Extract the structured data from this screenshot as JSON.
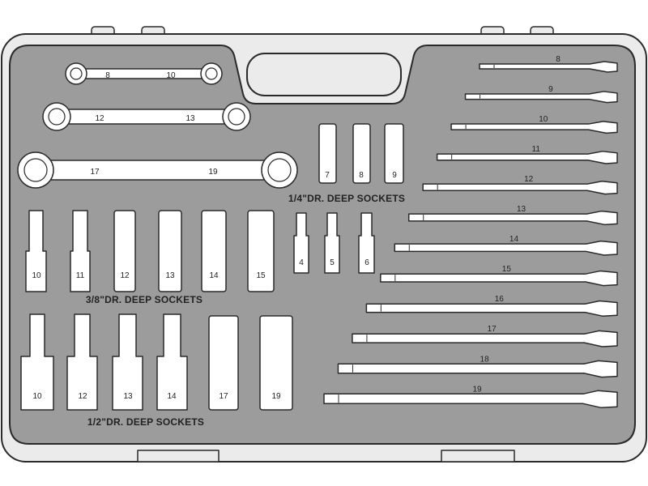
{
  "colors": {
    "case": "#ebebeb",
    "tray": "#9c9c9c",
    "tool": "#ffffff",
    "outline": "#2a2a2a"
  },
  "ratcheting_wrenches": [
    {
      "small": "8",
      "large": "10"
    },
    {
      "small": "12",
      "large": "13"
    },
    {
      "small": "17",
      "large": "19"
    }
  ],
  "combination_wrenches": [
    "8",
    "9",
    "10",
    "11",
    "12",
    "13",
    "14",
    "15",
    "16",
    "17",
    "18",
    "19"
  ],
  "socket_sets": [
    {
      "title": "1/4\"DR. DEEP SOCKETS",
      "sizes_row1": [
        "7",
        "8",
        "9"
      ],
      "sizes_row2": [
        "4",
        "5",
        "6"
      ]
    },
    {
      "title": "3/8\"DR. DEEP SOCKETS",
      "sizes": [
        "10",
        "11",
        "12",
        "13",
        "14",
        "15"
      ]
    },
    {
      "title": "1/2\"DR. DEEP SOCKETS",
      "sizes": [
        "10",
        "12",
        "13",
        "14",
        "17",
        "19"
      ]
    }
  ]
}
